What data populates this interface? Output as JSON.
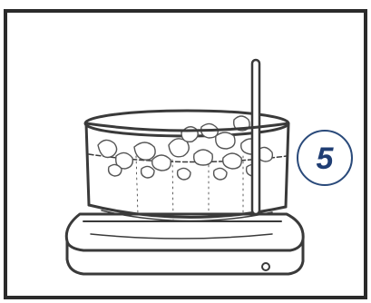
{
  "step": {
    "number": "5"
  },
  "colors": {
    "frame": "#2b2b2b",
    "ink": "#3a3a3a",
    "step_badge_border": "#2a4a7a",
    "step_number": "#1f3d73",
    "background": "#ffffff"
  },
  "illustration": {
    "objects": [
      "hot-plate",
      "beaker",
      "stirring-rod",
      "crushed-pieces"
    ]
  }
}
